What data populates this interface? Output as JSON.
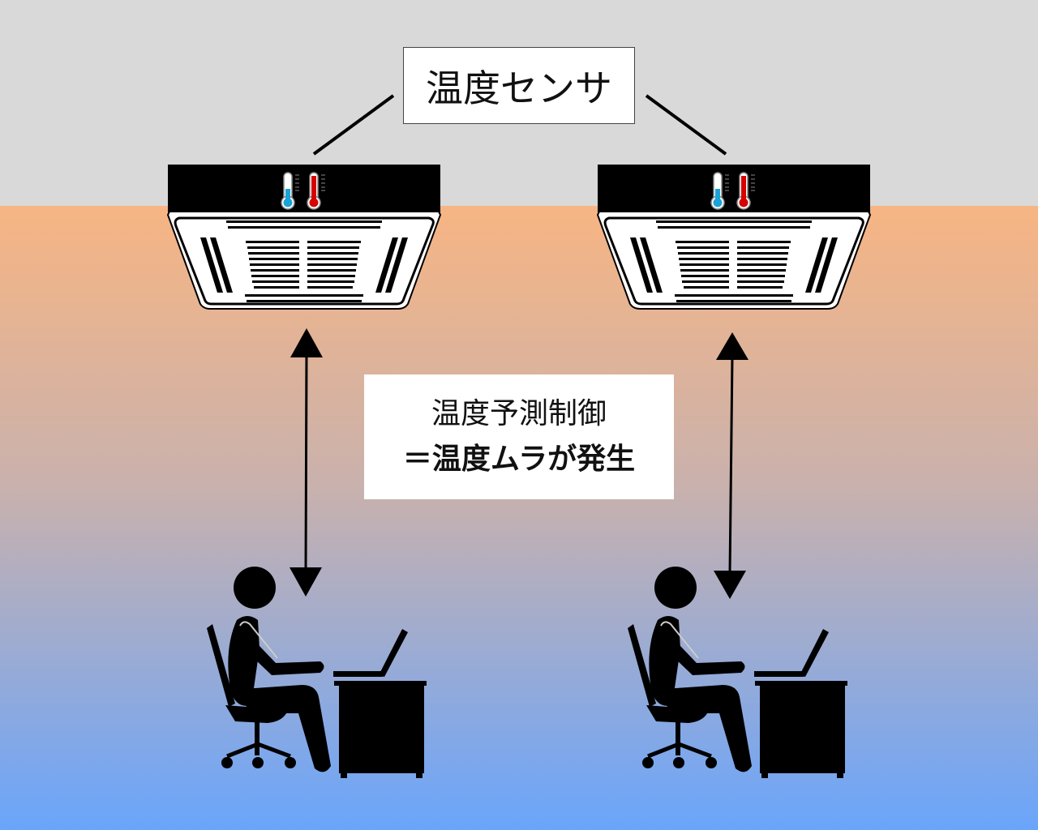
{
  "sensor_label": "温度センサ",
  "control_box": {
    "line1": "温度予測制御",
    "line2": "＝温度ムラが発生"
  },
  "colors": {
    "ceiling": "#d9d9d9",
    "gradient_top": "#f7b583",
    "gradient_bottom": "#6aa5fb",
    "thermo_cold": "#1aa3d8",
    "thermo_hot": "#d60000"
  },
  "icons": [
    "air-conditioner-icon",
    "thermometer-cold-icon",
    "thermometer-hot-icon",
    "person-at-desk-icon",
    "double-arrow-icon"
  ]
}
